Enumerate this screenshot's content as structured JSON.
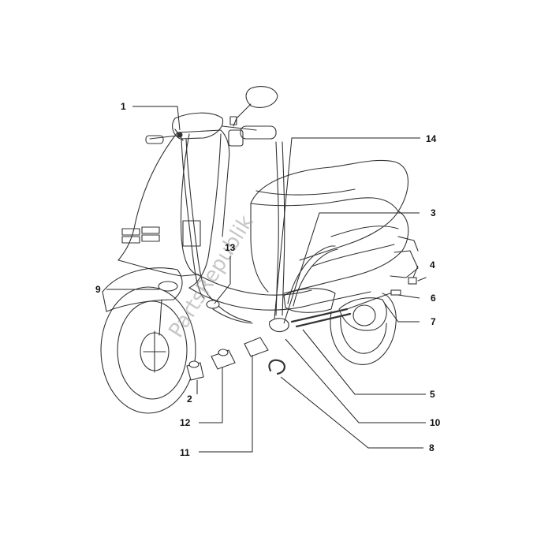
{
  "diagram": {
    "callouts": [
      "1",
      "2",
      "3",
      "4",
      "5",
      "6",
      "7",
      "8",
      "9",
      "10",
      "11",
      "12",
      "13",
      "14"
    ],
    "watermark": "PartsRepublik"
  }
}
